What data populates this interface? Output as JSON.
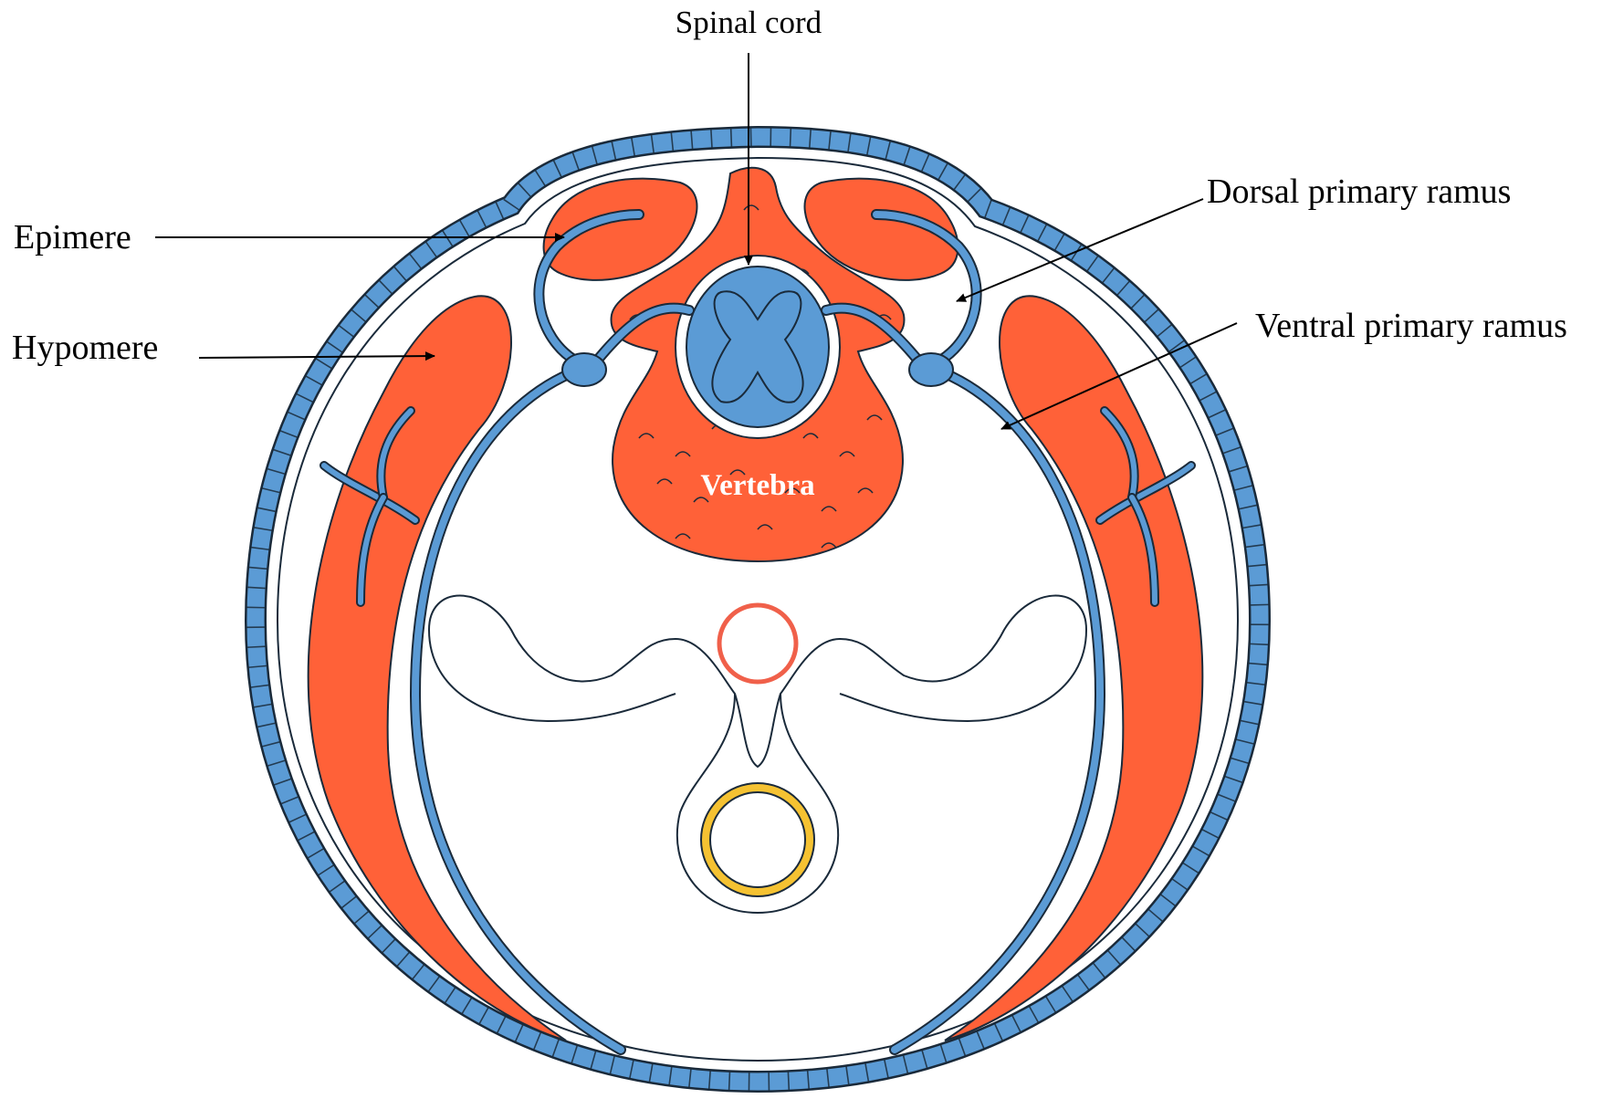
{
  "labels": {
    "spinal_cord": "Spinal cord",
    "epimere": "Epimere",
    "hypomere": "Hypomere",
    "dorsal_primary_ramus": "Dorsal primary ramus",
    "ventral_primary_ramus": "Ventral primary ramus",
    "vertebra": "Vertebra"
  },
  "colors": {
    "muscle": "#FF6138",
    "nerve": "#5B9BD5",
    "outline": "#1A2A3A",
    "aorta": "#F0604A",
    "gut": "#F5C232"
  }
}
